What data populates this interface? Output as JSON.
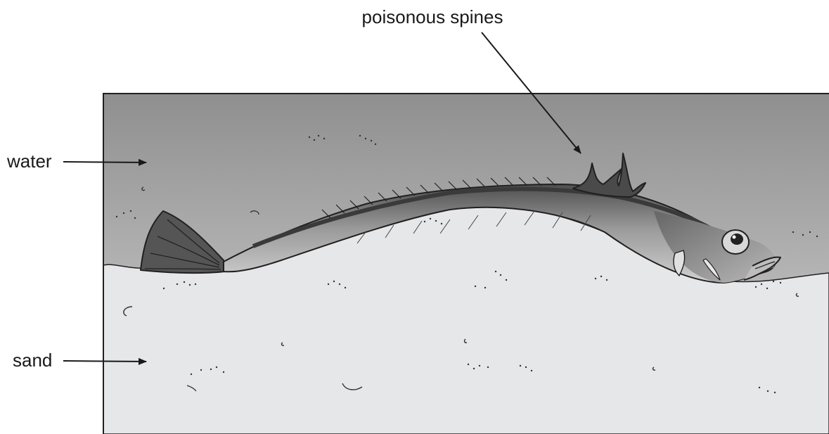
{
  "labels": {
    "spines": "poisonous spines",
    "water": "water",
    "sand": "sand"
  },
  "colors": {
    "water_top": "#8f8f8f",
    "water_bottom": "#cfcfcf",
    "sand": "#e6e7e8",
    "outline": "#231f20",
    "fish_back": "#5a5a5a",
    "fish_belly": "#c4c4c4",
    "fin": "#555555"
  }
}
